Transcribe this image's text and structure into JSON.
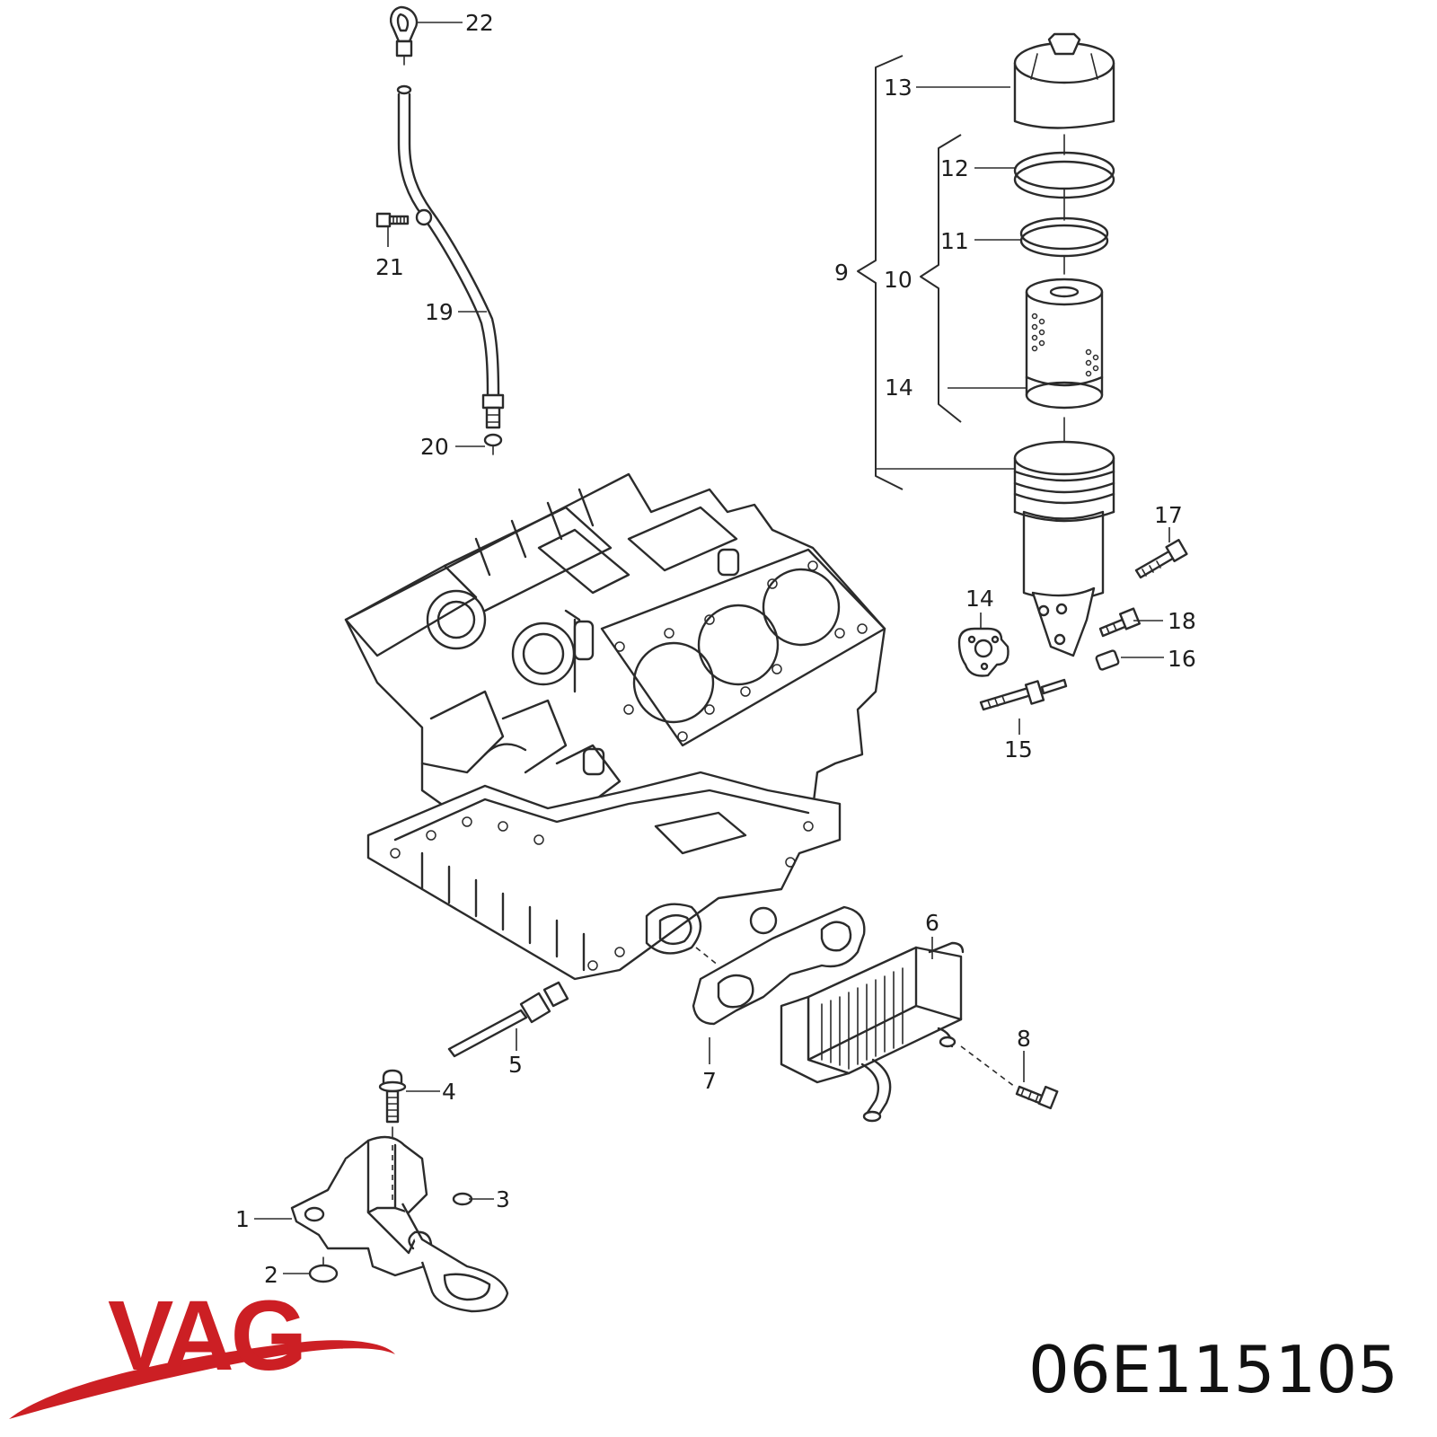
{
  "callouts": {
    "c1": "1",
    "c2": "2",
    "c3": "3",
    "c4": "4",
    "c5": "5",
    "c6": "6",
    "c7": "7",
    "c8": "8",
    "c9": "9",
    "c10": "10",
    "c11": "11",
    "c12": "12",
    "c13": "13",
    "c14a": "14",
    "c14b": "14",
    "c15": "15",
    "c16": "16",
    "c17": "17",
    "c18": "18",
    "c19": "19",
    "c20": "20",
    "c21": "21",
    "c22": "22"
  },
  "brand": {
    "logo_text": "VAG",
    "logo_color": "#cc1f24"
  },
  "part_number": "06E115105"
}
